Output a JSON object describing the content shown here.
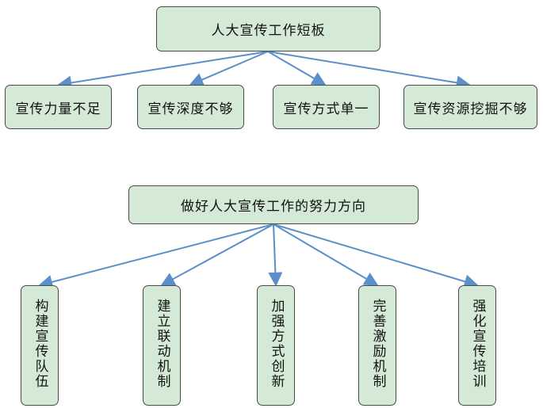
{
  "colors": {
    "box_fill": "#d4ead6",
    "box_border": "#4a4a4a",
    "arrow": "#5b8fc9"
  },
  "top": {
    "title": "人大宣传工作短板",
    "items": [
      "宣传力量不足",
      "宣传深度不够",
      "宣传方式单一",
      "宣传资源挖掘不够"
    ]
  },
  "bottom": {
    "title": "做好人大宣传工作的努力方向",
    "items": [
      "构建宣传队伍",
      "建立联动机制",
      "加强方式创新",
      "完善激励机制",
      "强化宣传培训"
    ]
  }
}
